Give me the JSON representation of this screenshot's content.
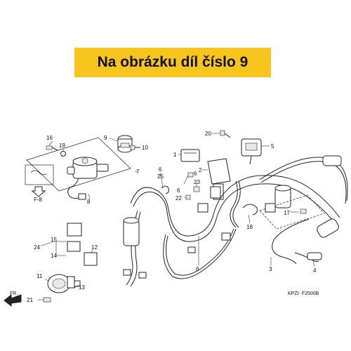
{
  "banner": {
    "text": "Na obrázku díl číslo 9",
    "color": "#f7c51d"
  },
  "diagram": {
    "code": "KPZI- F2500B",
    "ref_box_label": "F-8",
    "fr_label": "FR.",
    "callouts": {
      "c1": "1",
      "c2": "2",
      "c3": "3",
      "c4": "4",
      "c5": "5",
      "c6a": "6",
      "c6b": "6",
      "c6c": "6",
      "c7": "7",
      "c8": "8",
      "c9": "9",
      "c10": "10",
      "c11": "11",
      "c12": "12",
      "c13": "13",
      "c14": "14",
      "c15": "15",
      "c16": "16",
      "c17": "17",
      "c18": "18",
      "c19": "19",
      "c20": "20",
      "c21": "21",
      "c22": "22",
      "c23": "23",
      "c24": "24",
      "c25": "25"
    }
  }
}
